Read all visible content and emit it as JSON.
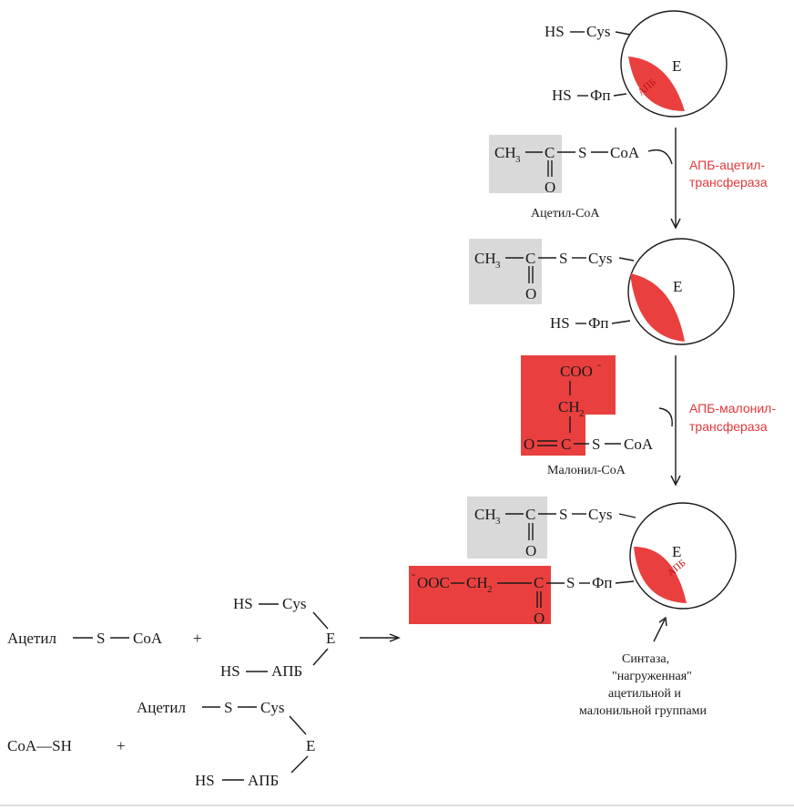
{
  "colors": {
    "highlight_red": "#e9403f",
    "highlight_grey": "#d9d9d9",
    "label_red": "#e0393b"
  },
  "labels": {
    "hs": "HS",
    "cys": "Cys",
    "fp": "Фп",
    "e": "E",
    "ch3": "CH",
    "sub3": "3",
    "c": "C",
    "o": "O",
    "s": "S",
    "coa": "CoA",
    "coo_minus": "COO",
    "ch2": "CH",
    "sub2": "2",
    "minus": "-",
    "ooc": "OOC",
    "apb": "АПБ"
  },
  "captions": {
    "acetyl_coa": "Ацетил-CoA",
    "malonyl_coa": "Малонил-CoA",
    "enzyme_acetyl_transferase": [
      "АПБ-ацетил-",
      "трансфераза"
    ],
    "enzyme_malonyl_transferase": [
      "АПБ-малонил-",
      "трансфераза"
    ],
    "loaded_synthase": [
      "Синтаза,",
      "\"нагруженная\"",
      "ацетильной и",
      "малонильной группами"
    ]
  },
  "left_equation": {
    "reactant_acetyl": "Ацетил",
    "plus": "+",
    "coa_sh": "CoA—SH",
    "acetyl_short": "Ацетил"
  }
}
